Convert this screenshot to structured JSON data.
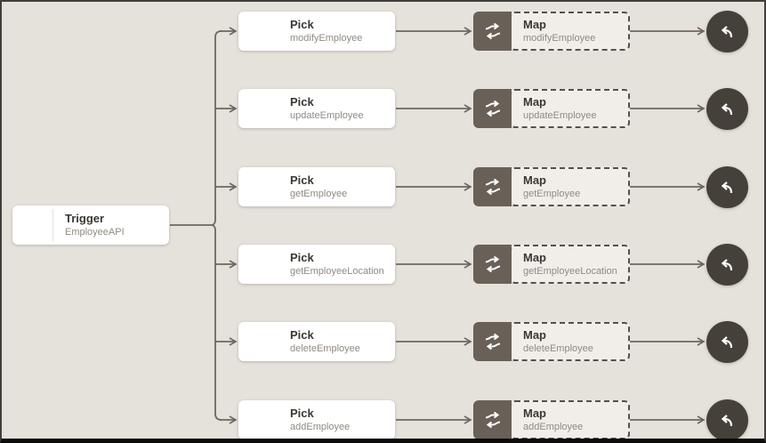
{
  "canvas": {
    "background_color": "#e5e1db",
    "line_color": "#6e665e",
    "node_color": "#ffffff",
    "dark_node_color": "#696058",
    "end_node_color": "#46403a",
    "title_color": "#3b3733",
    "subtitle_color": "#8f8a83"
  },
  "trigger": {
    "title": "Trigger",
    "subtitle": "EmployeeAPI"
  },
  "rows": [
    {
      "pick_title": "Pick",
      "pick_subtitle": "modifyEmployee",
      "map_title": "Map",
      "map_subtitle": "modifyEmployee"
    },
    {
      "pick_title": "Pick",
      "pick_subtitle": "updateEmployee",
      "map_title": "Map",
      "map_subtitle": "updateEmployee"
    },
    {
      "pick_title": "Pick",
      "pick_subtitle": "getEmployee",
      "map_title": "Map",
      "map_subtitle": "getEmployee"
    },
    {
      "pick_title": "Pick",
      "pick_subtitle": "getEmployeeLocation",
      "map_title": "Map",
      "map_subtitle": "getEmployeeLocation"
    },
    {
      "pick_title": "Pick",
      "pick_subtitle": "deleteEmployee",
      "map_title": "Map",
      "map_subtitle": "deleteEmployee"
    },
    {
      "pick_title": "Pick",
      "pick_subtitle": "addEmployee",
      "map_title": "Map",
      "map_subtitle": "addEmployee"
    }
  ],
  "icons": {
    "map_icon": "swap-arrows",
    "end_icon": "reply-arrow"
  }
}
